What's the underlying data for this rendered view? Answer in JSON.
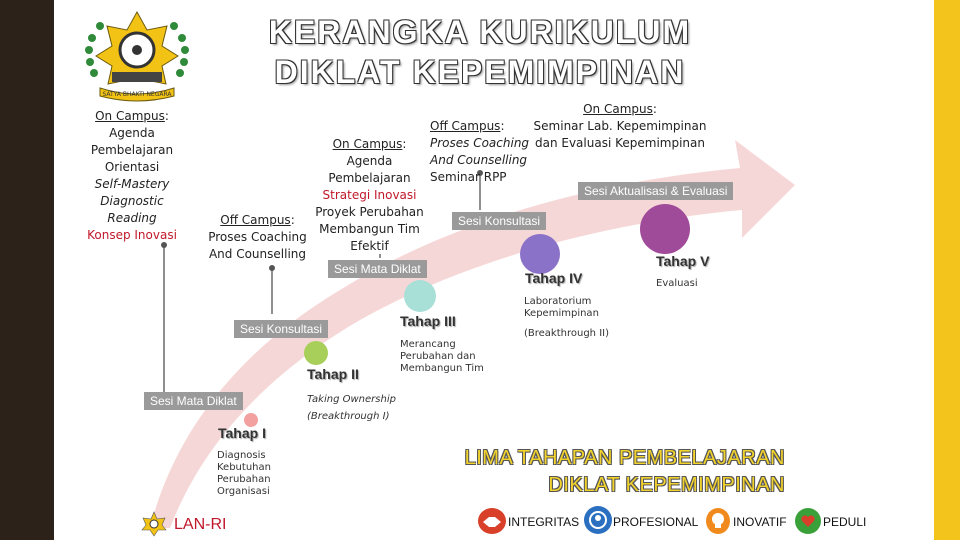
{
  "title": {
    "line1": "KERANGKA KURIKULUM",
    "line2": "DIKLAT KEPEMIMPINAN"
  },
  "logo_motto": "SATYA BHAKTI NEGARA",
  "footer_org": "LAN-RI",
  "col1": {
    "h": "On Campus",
    "colon": ":",
    "l1": "Agenda",
    "l2": "Pembelajaran",
    "l3": "Orientasi",
    "l4": "Self-Mastery",
    "l5": "Diagnostic",
    "l6": "Reading",
    "l7": "Konsep Inovasi"
  },
  "col2": {
    "h": "Off Campus",
    "colon": ":",
    "l1": "Proses Coaching",
    "l2": "And Counselling"
  },
  "col3": {
    "h": "On Campus",
    "colon": ":",
    "l1": "Agenda",
    "l2": "Pembelajaran",
    "l3": "Strategi Inovasi",
    "l4": "Proyek Perubahan",
    "l5": "Membangun Tim",
    "l6": "Efektif"
  },
  "col4": {
    "h": "Off Campus",
    "colon": ":",
    "l1": "Proses Coaching",
    "l2": "And Counselling",
    "l3": "Seminar RPP"
  },
  "col5": {
    "h": "On Campus",
    "colon": ":",
    "l1": "Seminar Lab. Kepemimpinan",
    "l2": "dan Evaluasi Kepemimpinan"
  },
  "sesi": {
    "s1": "Sesi Mata Diklat",
    "s2": "Sesi Konsultasi",
    "s3": "Sesi Mata Diklat",
    "s4": "Sesi Konsultasi",
    "s5": "Sesi Aktualisasi & Evaluasi"
  },
  "tahap": [
    {
      "name": "Tahap I",
      "d1": "Diagnosis",
      "d2": "Kebutuhan",
      "d3": "Perubahan",
      "d4": "Organisasi"
    },
    {
      "name": "Tahap II",
      "d1": "Taking Ownership",
      "d2": "(Breakthrough I)"
    },
    {
      "name": "Tahap III",
      "d1": "Merancang",
      "d2": "Perubahan dan",
      "d3": "Membangun Tim"
    },
    {
      "name": "Tahap IV",
      "d1": "Laboratorium",
      "d2": "Kepemimpinan",
      "d3": "(Breakthrough II)"
    },
    {
      "name": "Tahap V",
      "d1": "Evaluasi"
    }
  ],
  "headline": {
    "line1": "LIMA TAHAPAN PEMBELAJARAN",
    "line2": "DIKLAT KEPEMIMPINAN"
  },
  "values": [
    "INTEGRITAS",
    "PROFESIONAL",
    "INOVATIF",
    "PEDULI"
  ],
  "colors": {
    "dot1": "#f2a0a0",
    "dot2": "#a8cf5a",
    "dot3": "#a8e0d8",
    "dot4": "#8a72c8",
    "dot5": "#a04a9a",
    "arrow": "#f2c6c6",
    "sidebar": "#2d221a",
    "accent": "#f3c41c"
  }
}
